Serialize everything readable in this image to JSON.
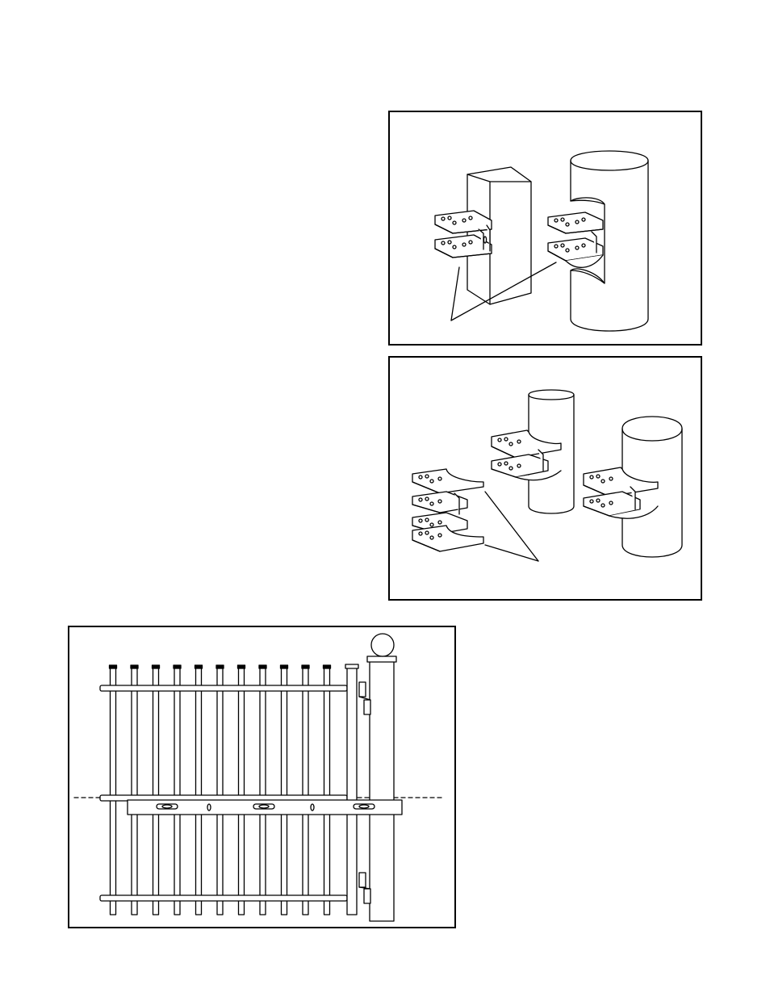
{
  "figures": [
    {
      "id": "post-brackets",
      "shows": [
        "square-post",
        "round-post",
        "hinge-bracket",
        "hinge-bracket",
        "leader-lines"
      ]
    },
    {
      "id": "round-post-brackets",
      "shows": [
        "loose-bracket-stack",
        "small-round-post",
        "large-round-post",
        "leader-lines"
      ]
    },
    {
      "id": "gate-level",
      "shows": [
        "gate-picket",
        "gate-rail",
        "level-bar",
        "ball-cap-post",
        "hinge",
        "hinge",
        "level-line"
      ],
      "picket_count": 11
    }
  ],
  "colors": {
    "ink": "#000000",
    "paper": "#ffffff"
  }
}
